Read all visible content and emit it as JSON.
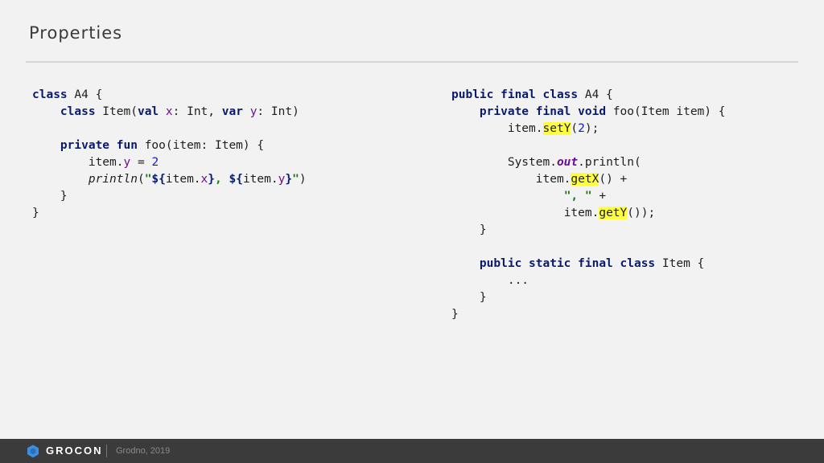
{
  "slide": {
    "title": "Properties"
  },
  "kotlin": {
    "l1_kw": "class",
    "l1_rest": " A4 {",
    "l2_kw": "class",
    "l2_a": " Item(",
    "l2_val": "val",
    "l2_x": "x",
    "l2_b": ": Int, ",
    "l2_var": "var",
    "l2_y": "y",
    "l2_c": ": Int)",
    "l4_private": "private",
    "l4_fun": "fun",
    "l4_rest": " foo(item: Item) {",
    "l5_a": "item.",
    "l5_y": "y",
    "l5_b": " = ",
    "l5_num": "2",
    "l6_fn": "println",
    "l6_a": "(",
    "l6_q1": "\"",
    "l6_t1": "${",
    "l6_item1": "item.",
    "l6_x": "x",
    "l6_t2": "}",
    "l6_sep": ", ",
    "l6_t3": "${",
    "l6_item2": "item.",
    "l6_y": "y",
    "l6_t4": "}",
    "l6_q2": "\"",
    "l6_b": ")",
    "l7": "}",
    "l8": "}"
  },
  "java": {
    "l1_kw": "public final class",
    "l1_rest": " A4 {",
    "l2_kw": "private final void",
    "l2_rest": " foo(Item item) {",
    "l3_a": "item.",
    "l3_m": "setY",
    "l3_b": "(",
    "l3_num": "2",
    "l3_c": ");",
    "l5_a": "System.",
    "l5_out": "out",
    "l5_b": ".println(",
    "l6_a": "item.",
    "l6_m": "getX",
    "l6_b": "() +",
    "l7_str": "\", \"",
    "l7_b": " +",
    "l8_a": "item.",
    "l8_m": "getY",
    "l8_b": "());",
    "l9": "}",
    "l11_kw": "public static final class",
    "l11_rest": " Item {",
    "l12": "...",
    "l13": "}",
    "l14": "}"
  },
  "footer": {
    "brand": "GROCON",
    "subtitle": "Grodno, 2019",
    "logo_icon": "grocon-logo-icon"
  },
  "colors": {
    "keyword": "#0a1b6e",
    "property": "#6b0f90",
    "number": "#1a1ac0",
    "string": "#1a7a1a",
    "highlight": "#ffff40",
    "footer_bg": "#3b3b3b",
    "logo": "#3d8fe0"
  }
}
